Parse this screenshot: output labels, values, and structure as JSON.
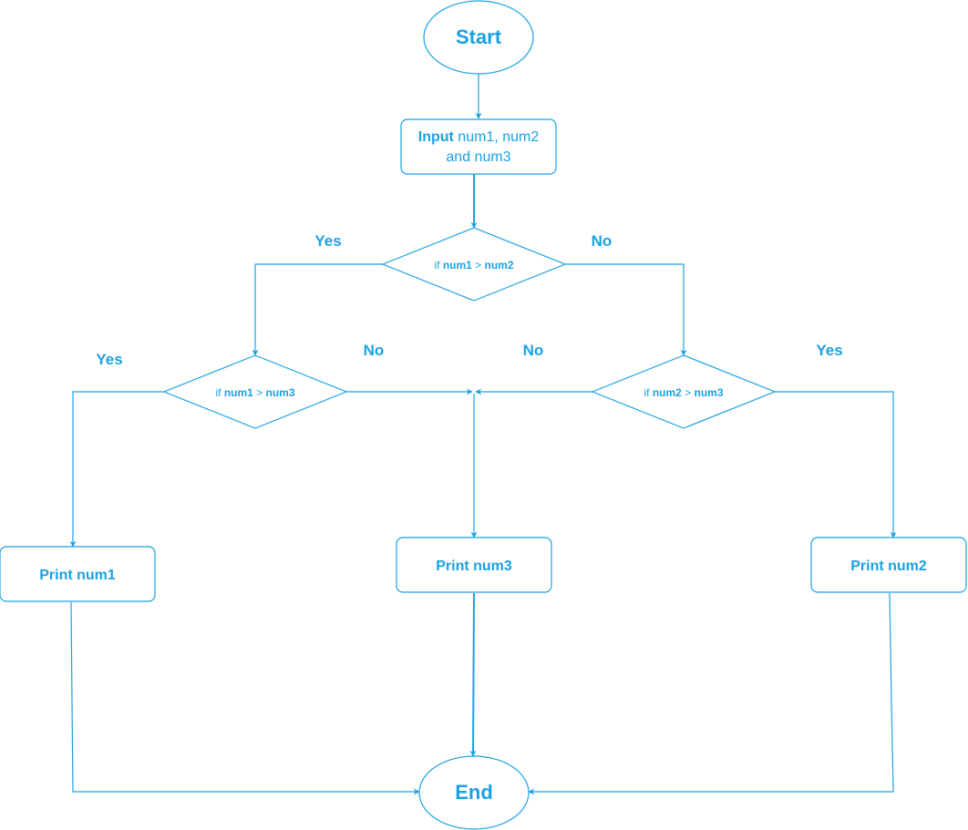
{
  "colors": {
    "stroke": "#1ba1e2",
    "text": "#1ba1e2",
    "background": "#ffffff"
  },
  "nodes": {
    "start": {
      "label": "Start"
    },
    "input": {
      "bold": "Input",
      "rest_line1": " num1, num2",
      "line2": "and num3"
    },
    "decision1": {
      "prefix": "if ",
      "left": "num1",
      "op": " > ",
      "right": "num2"
    },
    "decision2": {
      "prefix": "if ",
      "left": "num1",
      "op": " > ",
      "right": "num3"
    },
    "decision3": {
      "prefix": "if ",
      "left": "num2",
      "op": " > ",
      "right": "num3"
    },
    "print1": {
      "label": "Print num1"
    },
    "print3": {
      "label": "Print num3"
    },
    "print2": {
      "label": "Print num2"
    },
    "end": {
      "label": "End"
    }
  },
  "edge_labels": {
    "d1_yes": "Yes",
    "d1_no": "No",
    "d2_yes": "Yes",
    "d2_no": "No",
    "d3_no": "No",
    "d3_yes": "Yes"
  }
}
